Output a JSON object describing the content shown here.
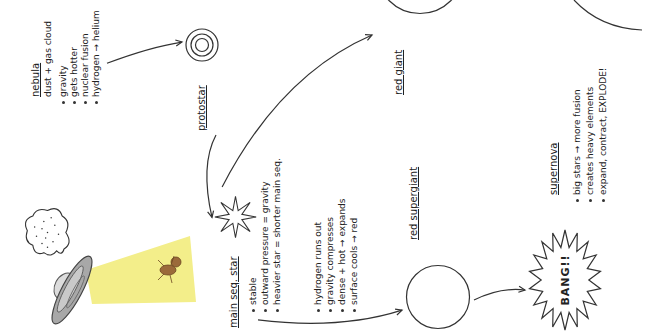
{
  "diagram": {
    "nodes": [
      {
        "text": [
          "nebula",
          "dust + gas cloud"
        ]
      },
      {
        "text": [
          "protostar"
        ]
      },
      {
        "text": [
          "main seq. star"
        ]
      },
      {
        "text": [
          "red giant"
        ]
      },
      {
        "text": [
          "red supergiant"
        ]
      },
      {
        "text": [
          "supernova",
          "BANG!!"
        ]
      }
    ],
    "edges": [
      {
        "from": 0,
        "to": 1,
        "arrow": "to"
      },
      {
        "from": 1,
        "to": 2,
        "arrow": "to"
      },
      {
        "from": 2,
        "to": 3,
        "arrow": "to"
      },
      {
        "from": 2,
        "to": 4,
        "arrow": "to"
      },
      {
        "from": 4,
        "to": 5,
        "arrow": "to"
      }
    ],
    "labels": [
      "gravity",
      "gets hotter",
      "nuclear fusion",
      "hydrogen → helium",
      "stable",
      "outward pressure = gravity",
      "heavier star = shorter main seq.",
      "hydrogen runs out",
      "gravity compresses",
      "dense + hot → expands",
      "surface cools → red",
      "big stars → more fusion",
      "creates heavy elements",
      "expand, contract, EXPLODE!"
    ]
  }
}
